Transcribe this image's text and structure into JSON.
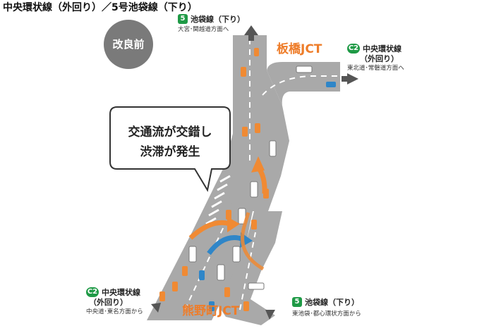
{
  "title": "中央環状線（外回り）／5号池袋線（下り）",
  "badge_before": "改良前",
  "bubble": {
    "line1": "交通流が交錯し",
    "line2": "渋滞が発生"
  },
  "jct": {
    "itabashi": "板橋JCT",
    "kumanocho": "熊野町JCT"
  },
  "labels": {
    "top_route": {
      "badge": "5",
      "name": "池袋線（下り）",
      "dir": "大宮･関越道方面へ"
    },
    "right_route": {
      "badge": "C2",
      "name": "中央環状線",
      "sub": "（外回り）",
      "dir": "東北道･常磐道方面へ"
    },
    "bottom_left_route": {
      "badge": "C2",
      "name": "中央環状線",
      "sub": "（外回り）",
      "dir": "中央道･東名方面から"
    },
    "bottom_right_route": {
      "badge": "5",
      "name": "池袋線（下り）",
      "dir": "東池袋･都心環状方面から"
    }
  },
  "colors": {
    "road": "#a9a9a9",
    "road_edge": "#8f8f8f",
    "orange_flow": "#f08a33",
    "blue_flow": "#2f86c8",
    "route_badge": "#1f9a46",
    "jct_text": "#ee7d2a",
    "before_badge": "#7a7a7a"
  }
}
